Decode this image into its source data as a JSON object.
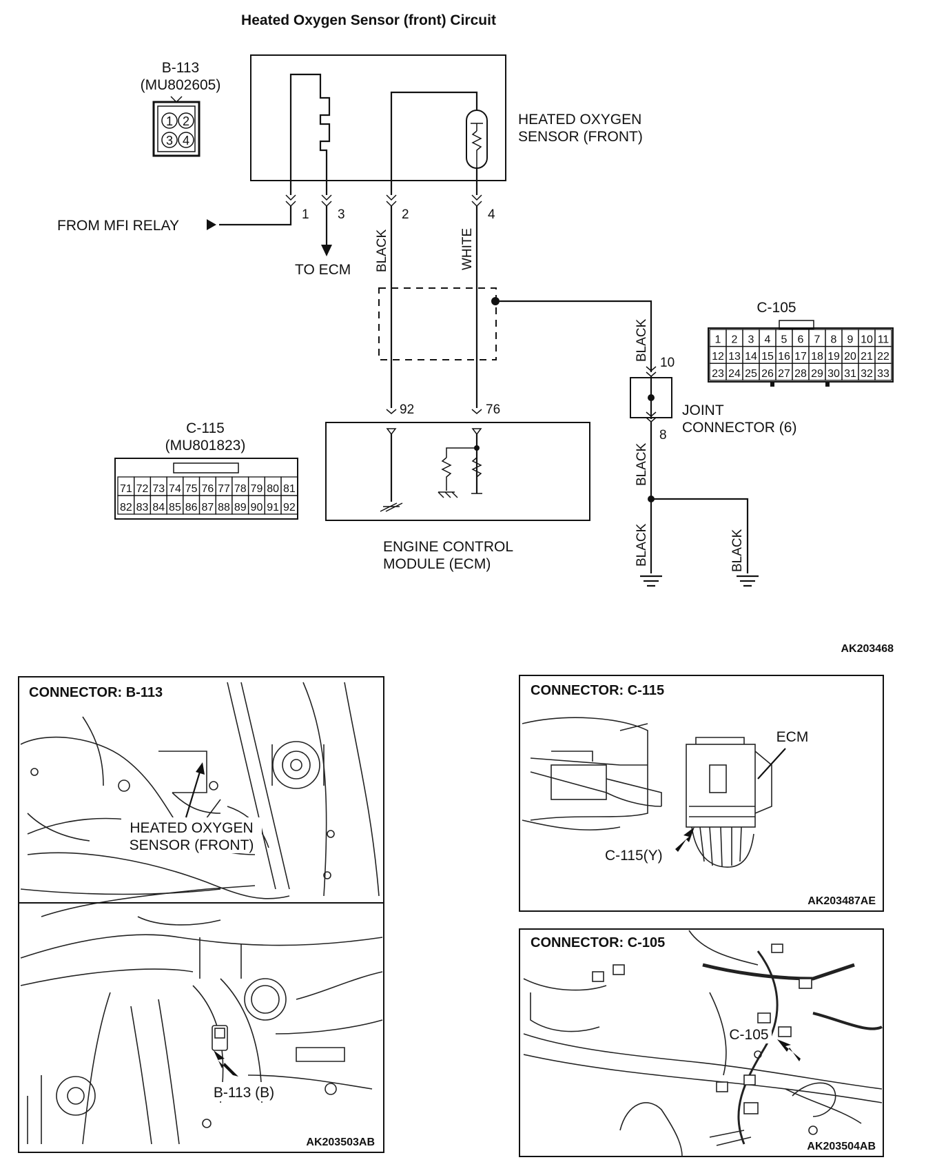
{
  "title": "Heated Oxygen Sensor (front) Circuit",
  "diagram_code": "AK203468",
  "connector_b113": {
    "id": "B-113",
    "part": "(MU802605)",
    "pins": [
      "1",
      "2",
      "3",
      "4"
    ]
  },
  "sensor": {
    "line1": "HEATED OXYGEN",
    "line2": "SENSOR (FRONT)"
  },
  "from_mfi_relay": "FROM MFI RELAY",
  "to_ecm": "TO ECM",
  "pin_numbers": {
    "p1": "1",
    "p2": "2",
    "p3": "3",
    "p4": "4",
    "p10": "10",
    "p8": "8",
    "p92": "92",
    "p76": "76"
  },
  "wire_colors": {
    "black": "BLACK",
    "white": "WHITE"
  },
  "connector_c105": {
    "id": "C-105",
    "rows": [
      [
        "1",
        "2",
        "3",
        "4",
        "5",
        "6",
        "7",
        "8",
        "9",
        "10",
        "11"
      ],
      [
        "12",
        "13",
        "14",
        "15",
        "16",
        "17",
        "18",
        "19",
        "20",
        "21",
        "22"
      ],
      [
        "23",
        "24",
        "25",
        "26",
        "27",
        "28",
        "29",
        "30",
        "31",
        "32",
        "33"
      ]
    ]
  },
  "joint_connector": {
    "line1": "JOINT",
    "line2": "CONNECTOR (6)"
  },
  "connector_c115": {
    "id": "C-115",
    "part": "(MU801823)",
    "rows": [
      [
        "71",
        "72",
        "73",
        "74",
        "75",
        "76",
        "77",
        "78",
        "79",
        "80",
        "81"
      ],
      [
        "82",
        "83",
        "84",
        "85",
        "86",
        "87",
        "88",
        "89",
        "90",
        "91",
        "92"
      ]
    ]
  },
  "ecm": {
    "line1": "ENGINE CONTROL",
    "line2": "MODULE (ECM)"
  },
  "panel_b113": {
    "title": "CONNECTOR: B-113",
    "sensor_line1": "HEATED OXYGEN",
    "sensor_line2": "SENSOR (FRONT)",
    "callout": "B-113 (B)",
    "code": "AK203503AB"
  },
  "panel_c115": {
    "title": "CONNECTOR: C-115",
    "ecm": "ECM",
    "callout": "C-115(Y)",
    "code": "AK203487AE"
  },
  "panel_c105": {
    "title": "CONNECTOR: C-105",
    "callout": "C-105",
    "code": "AK203504AB"
  }
}
